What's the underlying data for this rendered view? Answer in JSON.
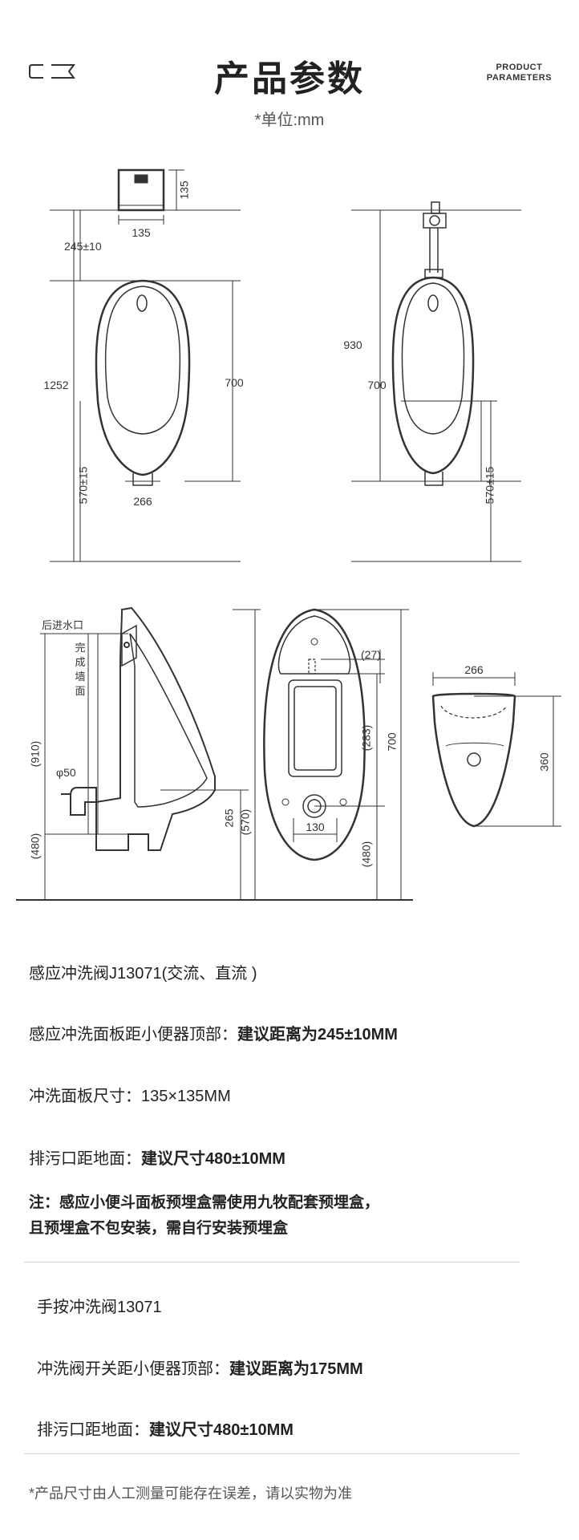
{
  "header": {
    "title": "产品参数",
    "en_line1": "PRODUCT",
    "en_line2": "PARAMETERS",
    "unit": "*单位:mm"
  },
  "diagram": {
    "panel_h": "135",
    "panel_w": "135",
    "top_gap": "245±10",
    "total_height": "1252",
    "body_height": "700",
    "outlet_height": "570±15",
    "base_width": "266",
    "total_height_valve": "930",
    "body_height_right": "700",
    "outlet_height_right": "570±15",
    "rear_inlet": "后进水口",
    "finished_wall": [
      "完",
      "成",
      "墙",
      "面"
    ],
    "dim_910": "(910)",
    "pipe_dia": "φ50",
    "dim_480": "(480)",
    "dim_265": "265",
    "dim_570": "(570)",
    "dim_27": "(27)",
    "dim_283": "(283)",
    "dim_700_front": "700",
    "dim_130": "130",
    "dim_480_front": "(480)",
    "top_width": "266",
    "depth": "360"
  },
  "specs": {
    "section1_title": "感应冲洗阀J13071(交流、直流 )",
    "s1_item1_label": "感应冲洗面板距小便器顶部：",
    "s1_item1_value": "建议距离为245±10MM",
    "s1_item2_label": "冲洗面板尺寸：",
    "s1_item2_value": "135×135MM",
    "s1_item3_label": "排污口距地面：",
    "s1_item3_value": "建议尺寸480±10MM",
    "note_line1": "注：感应小便斗面板预埋盒需使用九牧配套预埋盒，",
    "note_line2": "且预埋盒不包安装，需自行安装预埋盒",
    "section2_title": "手按冲洗阀13071",
    "s2_item1_label": "冲洗阀开关距小便器顶部：",
    "s2_item1_value": "建议距离为175MM",
    "s2_item2_label": "排污口距地面：",
    "s2_item2_value": "建议尺寸480±10MM"
  },
  "footer": {
    "disclaimer": "*产品尺寸由人工测量可能存在误差，请以实物为准"
  }
}
